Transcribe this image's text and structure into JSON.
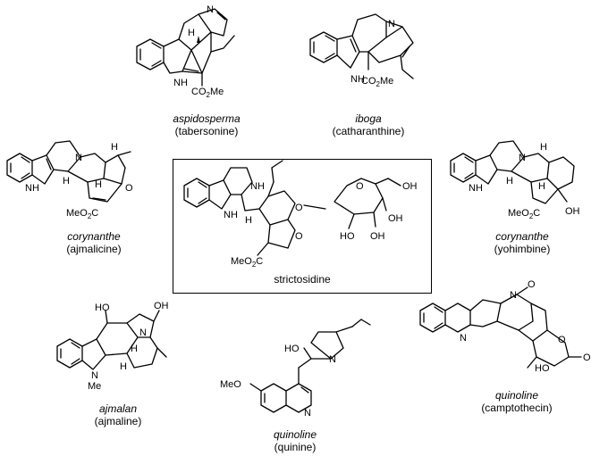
{
  "compounds": [
    {
      "id": "tabersonine",
      "class": "aspidosperma",
      "natural": "(tabersonine)"
    },
    {
      "id": "catharanthine",
      "class": "iboga",
      "natural": "(catharanthine)"
    },
    {
      "id": "ajmalicine",
      "class": "corynanthe",
      "natural": "(ajmalicine)"
    },
    {
      "id": "strictosidine",
      "class": "",
      "natural": "strictosidine"
    },
    {
      "id": "yohimbine",
      "class": "corynanthe",
      "natural": "(yohimbine)"
    },
    {
      "id": "ajmaline",
      "class": "ajmalan",
      "natural": "(ajmaline)"
    },
    {
      "id": "quinine",
      "class": "quinoline",
      "natural": "(quinine)"
    },
    {
      "id": "camptothecin",
      "class": "quinoline",
      "natural": "(camptothecin)"
    }
  ],
  "atom_labels": {
    "N": "N",
    "NH": "NH",
    "H": "H",
    "O": "O",
    "OH": "OH",
    "HO": "HO",
    "CO2Me": "CO",
    "sub2": "2",
    "Me_suffix": "Me",
    "MeO2C": "MeO",
    "MeO2C_sub": "2",
    "MeO2C_C": "C",
    "Me": "Me",
    "MeO": "MeO"
  }
}
